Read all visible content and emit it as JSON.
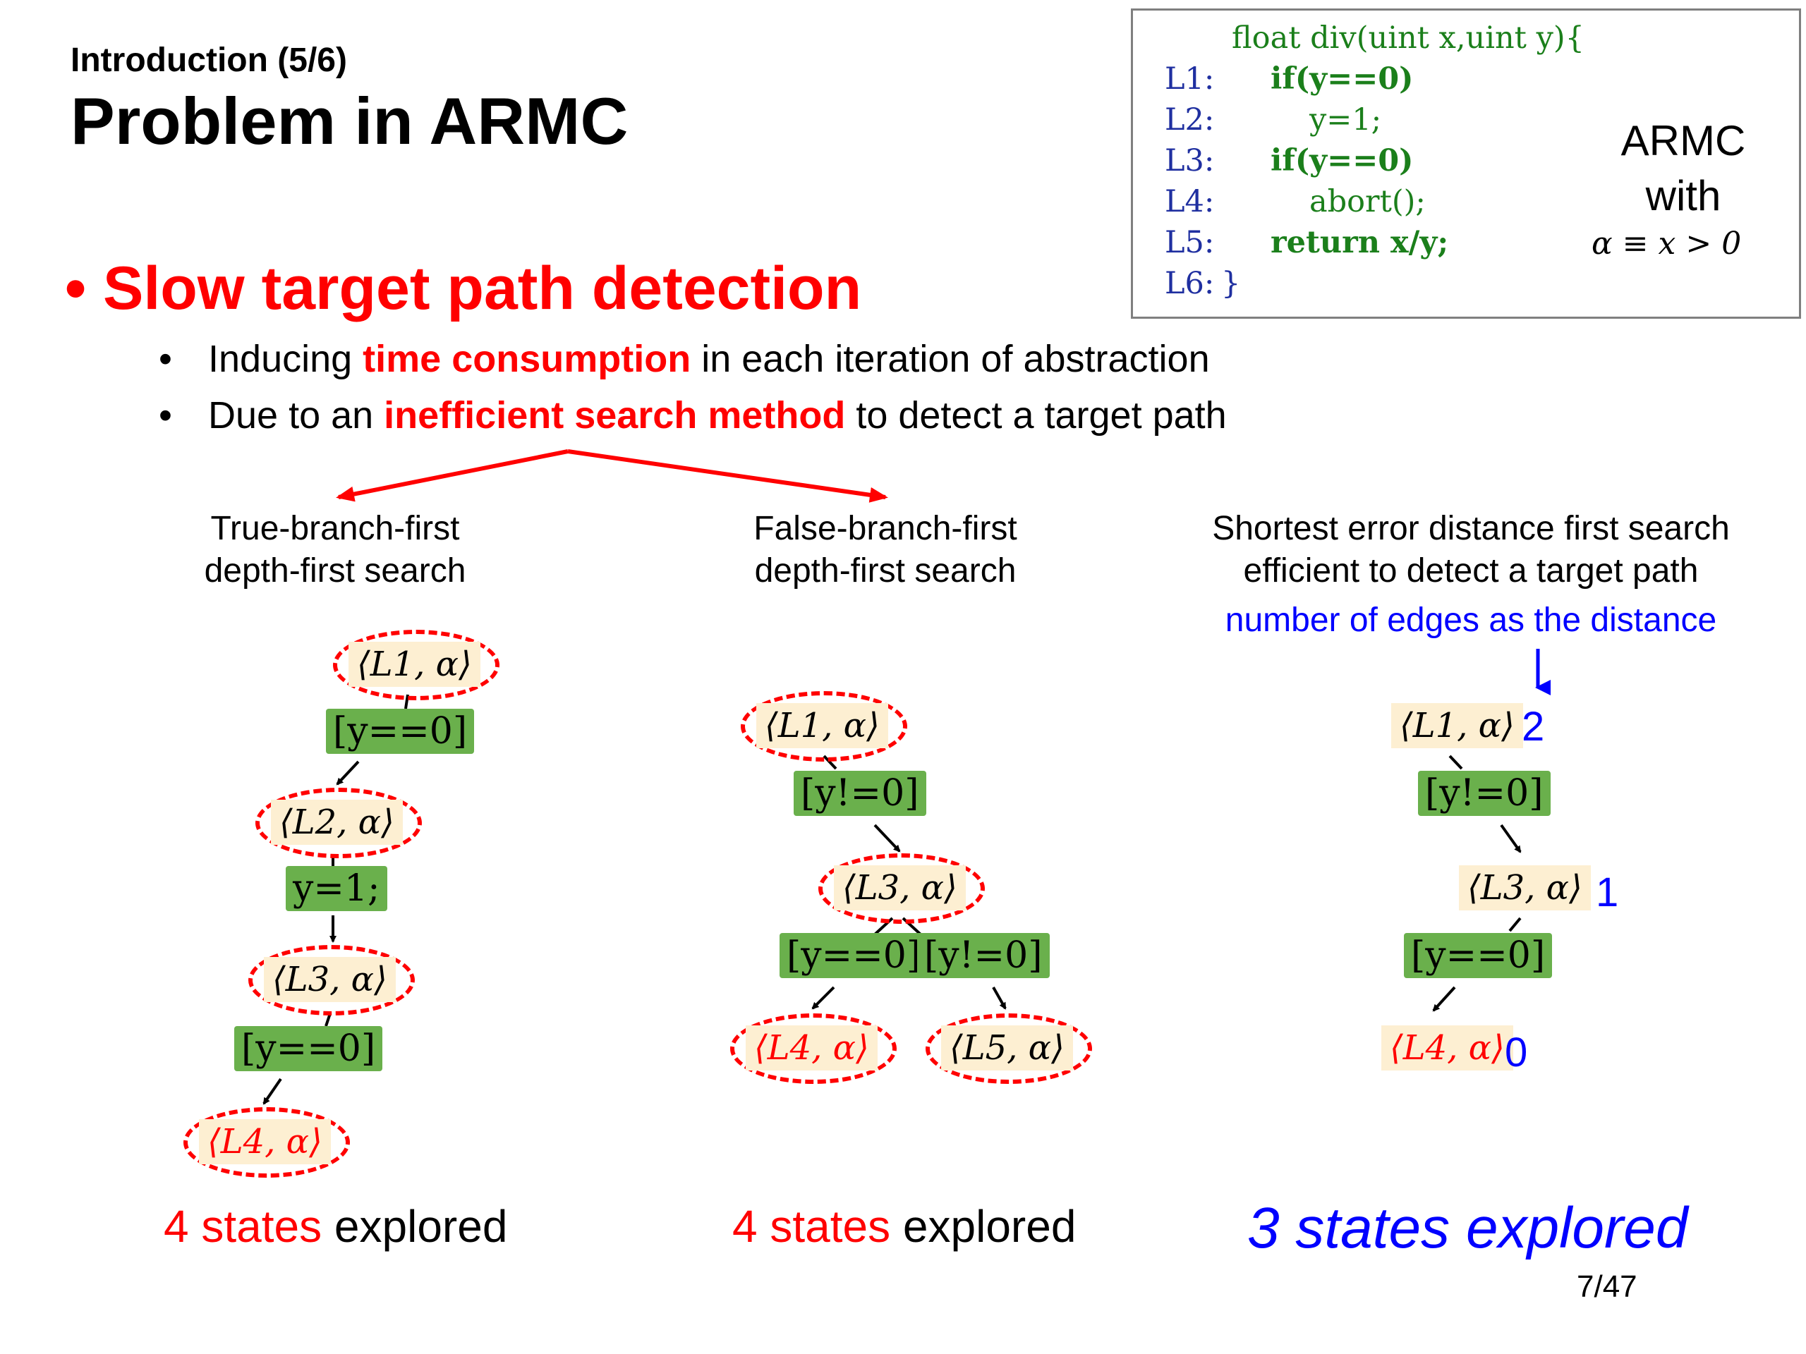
{
  "header": {
    "subtitle": "Introduction (5/6)",
    "title": "Problem in ARMC"
  },
  "bullets": {
    "main": "Slow target path detection",
    "items": [
      {
        "pre": "Inducing ",
        "highlight": "time consumption",
        "post": " in each iteration of abstraction"
      },
      {
        "pre": "Due to an ",
        "highlight": "inefficient search method",
        "post": " to detect a target path"
      }
    ]
  },
  "code": {
    "lines": [
      {
        "num": "",
        "text": "float div(uint x,uint y){"
      },
      {
        "num": "L1:",
        "text": "if(y==0)"
      },
      {
        "num": "L2:",
        "text": "y=1;"
      },
      {
        "num": "L3:",
        "text": "if(y==0)"
      },
      {
        "num": "L4:",
        "text": "abort();"
      },
      {
        "num": "L5:",
        "text": "return x/y;"
      },
      {
        "num": "L6:",
        "text": "}"
      }
    ],
    "side_label_1": "ARMC",
    "side_label_2": "with",
    "side_math": "α ≡ x > 0"
  },
  "columns": {
    "left": {
      "heading_1": "True-branch-first",
      "heading_2": "depth-first search",
      "states": [
        "⟨L1, α⟩",
        "⟨L2, α⟩",
        "⟨L3, α⟩",
        "⟨L4, α⟩"
      ],
      "conds": [
        "[y==0]",
        "y=1;",
        "[y==0]"
      ],
      "summary_count": "4 states",
      "summary_rest": " explored"
    },
    "middle": {
      "heading_1": "False-branch-first",
      "heading_2": "depth-first search",
      "states": [
        "⟨L1, α⟩",
        "⟨L3, α⟩",
        "⟨L4, α⟩",
        "⟨L5, α⟩"
      ],
      "conds": [
        "[y!=0]",
        "[y==0]",
        "[y!=0]"
      ],
      "summary_count": "4 states",
      "summary_rest": " explored"
    },
    "right": {
      "heading_1": "Shortest error distance first search",
      "heading_2": "efficient to detect a target path",
      "note": "number of edges as the distance",
      "states": [
        "⟨L1, α⟩",
        "⟨L3, α⟩",
        "⟨L4, α⟩"
      ],
      "distances": [
        "2",
        "1",
        "0"
      ],
      "conds": [
        "[y!=0]",
        "[y==0]"
      ],
      "summary": "3 states explored"
    }
  },
  "page_number": "7/47",
  "colors": {
    "accent_red": "#ff0000",
    "accent_blue": "#0000ff",
    "cond_green": "#6ab04c",
    "state_bg": "#fdefd2"
  }
}
